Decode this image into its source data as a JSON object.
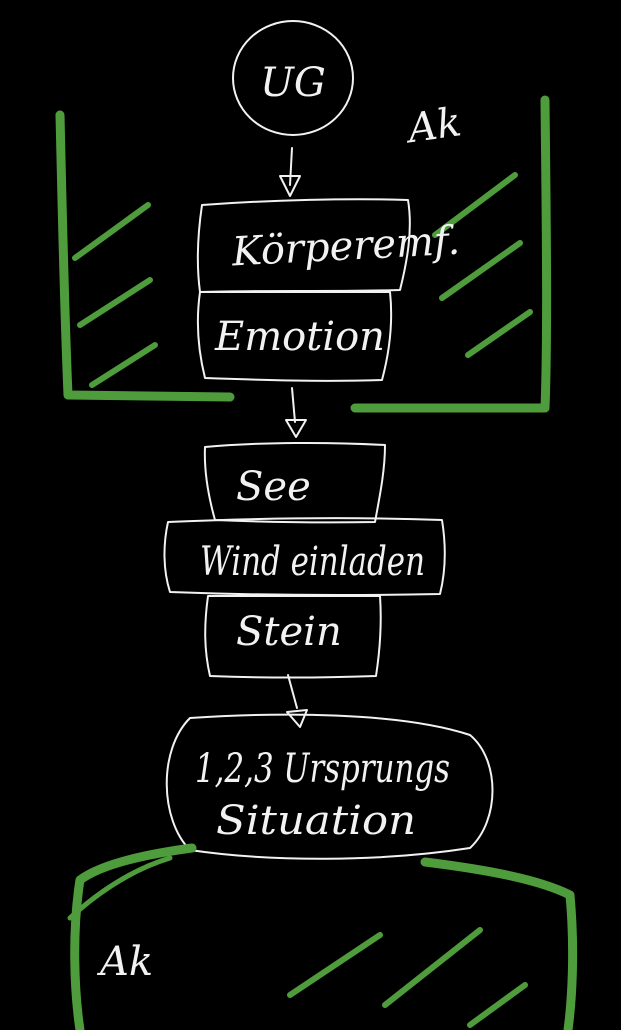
{
  "diagram": {
    "start_node": "UG",
    "container_top_label": "Ak",
    "container_bottom_label": "Ak",
    "group_one": [
      "Körperemf.",
      "Emotion"
    ],
    "group_two": [
      "See",
      "Wind einladen",
      "Stein"
    ],
    "end_node": [
      "1,2,3 Ursprungs",
      "Situation"
    ],
    "colors": {
      "ink": "#f2f2f2",
      "highlight": "#4f9c3c",
      "background": "#000000"
    }
  }
}
